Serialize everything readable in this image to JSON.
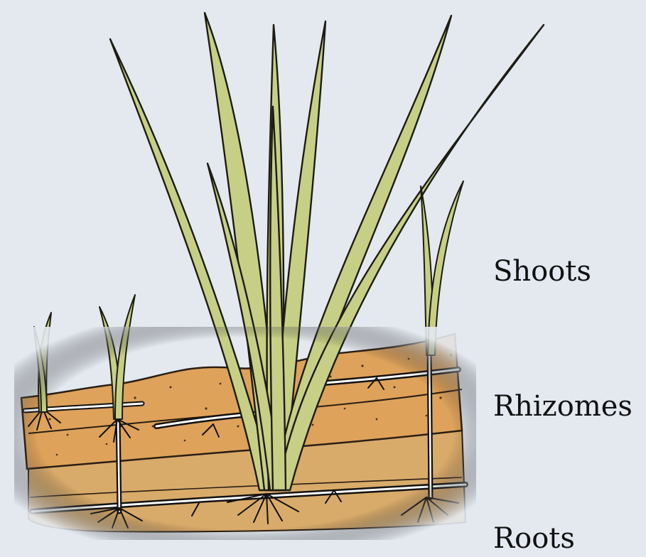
{
  "labels": {
    "shoots": "Shoots",
    "rhizomes": "Rhizomes",
    "roots": "Roots"
  },
  "colors": {
    "background": "#e4e9f0",
    "leaf_fill": "#c7cf86",
    "leaf_outline": "#1c1c12",
    "topsoil": "#dea25b",
    "subsoil": "#d9ab6a",
    "soil_speckle": "#4a3320",
    "rhizome": "#ffffff",
    "text": "#111111"
  }
}
